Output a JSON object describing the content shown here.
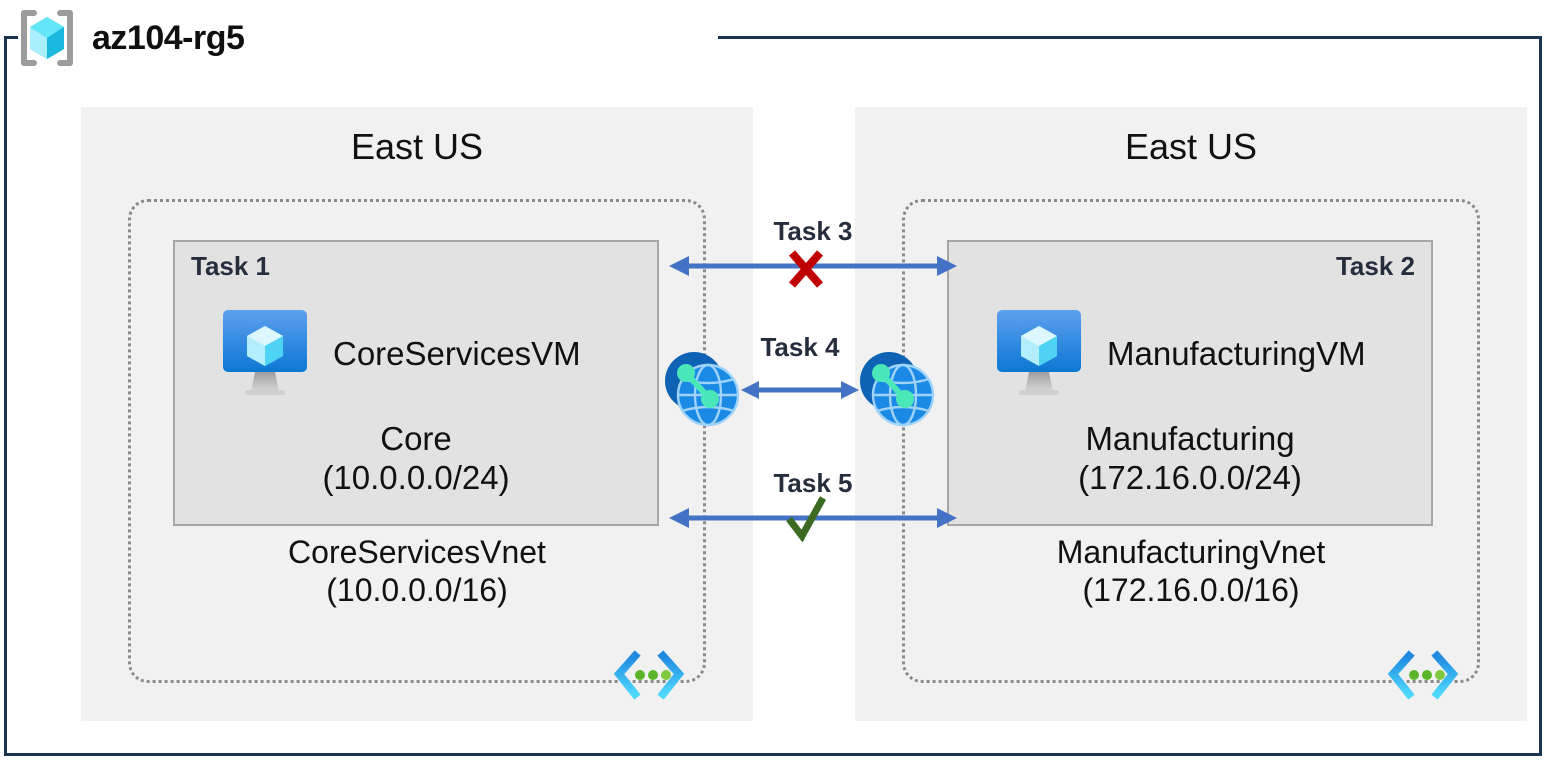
{
  "resource_group": {
    "name": "az104-rg5",
    "icon": "resource-group-cube-icon"
  },
  "regions": [
    {
      "id": "left",
      "label": "East US"
    },
    {
      "id": "right",
      "label": "East US"
    }
  ],
  "vnets": [
    {
      "id": "core",
      "name": "CoreServicesVnet",
      "cidr": "(10.0.0.0/16)",
      "badge_icon": "virtual-network-icon",
      "subnet": {
        "task": "Task 1",
        "task_align": "left",
        "vm_name": "CoreServicesVM",
        "vm_icon": "virtual-machine-icon",
        "name": "Core",
        "cidr": "(10.0.0.0/24)"
      }
    },
    {
      "id": "manufacturing",
      "name": "ManufacturingVnet",
      "cidr": "(172.16.0.0/16)",
      "badge_icon": "virtual-network-icon",
      "subnet": {
        "task": "Task 2",
        "task_align": "right",
        "vm_name": "ManufacturingVM",
        "vm_icon": "virtual-machine-icon",
        "name": "Manufacturing",
        "cidr": "(172.16.0.0/24)"
      }
    }
  ],
  "connectors": [
    {
      "id": "task3",
      "label": "Task 3",
      "status": "blocked",
      "status_icon": "red-x-icon",
      "arrow": "double-headed-arrow"
    },
    {
      "id": "task4",
      "label": "Task 4",
      "status": "peering",
      "status_icon": "vnet-peering-icon",
      "arrow": "double-headed-arrow"
    },
    {
      "id": "task5",
      "label": "Task 5",
      "status": "allowed",
      "status_icon": "green-check-icon",
      "arrow": "double-headed-arrow"
    }
  ],
  "colors": {
    "frame": "#1b3350",
    "region_bg": "#f1f1f1",
    "subnet_bg": "#e2e2e2",
    "subnet_border": "#a6a6a6",
    "vnet_border": "#8a8a8a",
    "arrow": "#4472c4",
    "task_text": "#262d3d",
    "blocked": "#c00000",
    "allowed": "#3b6b20",
    "azure_blue": "#0078d4",
    "cube_cyan": "#50e6ff"
  }
}
